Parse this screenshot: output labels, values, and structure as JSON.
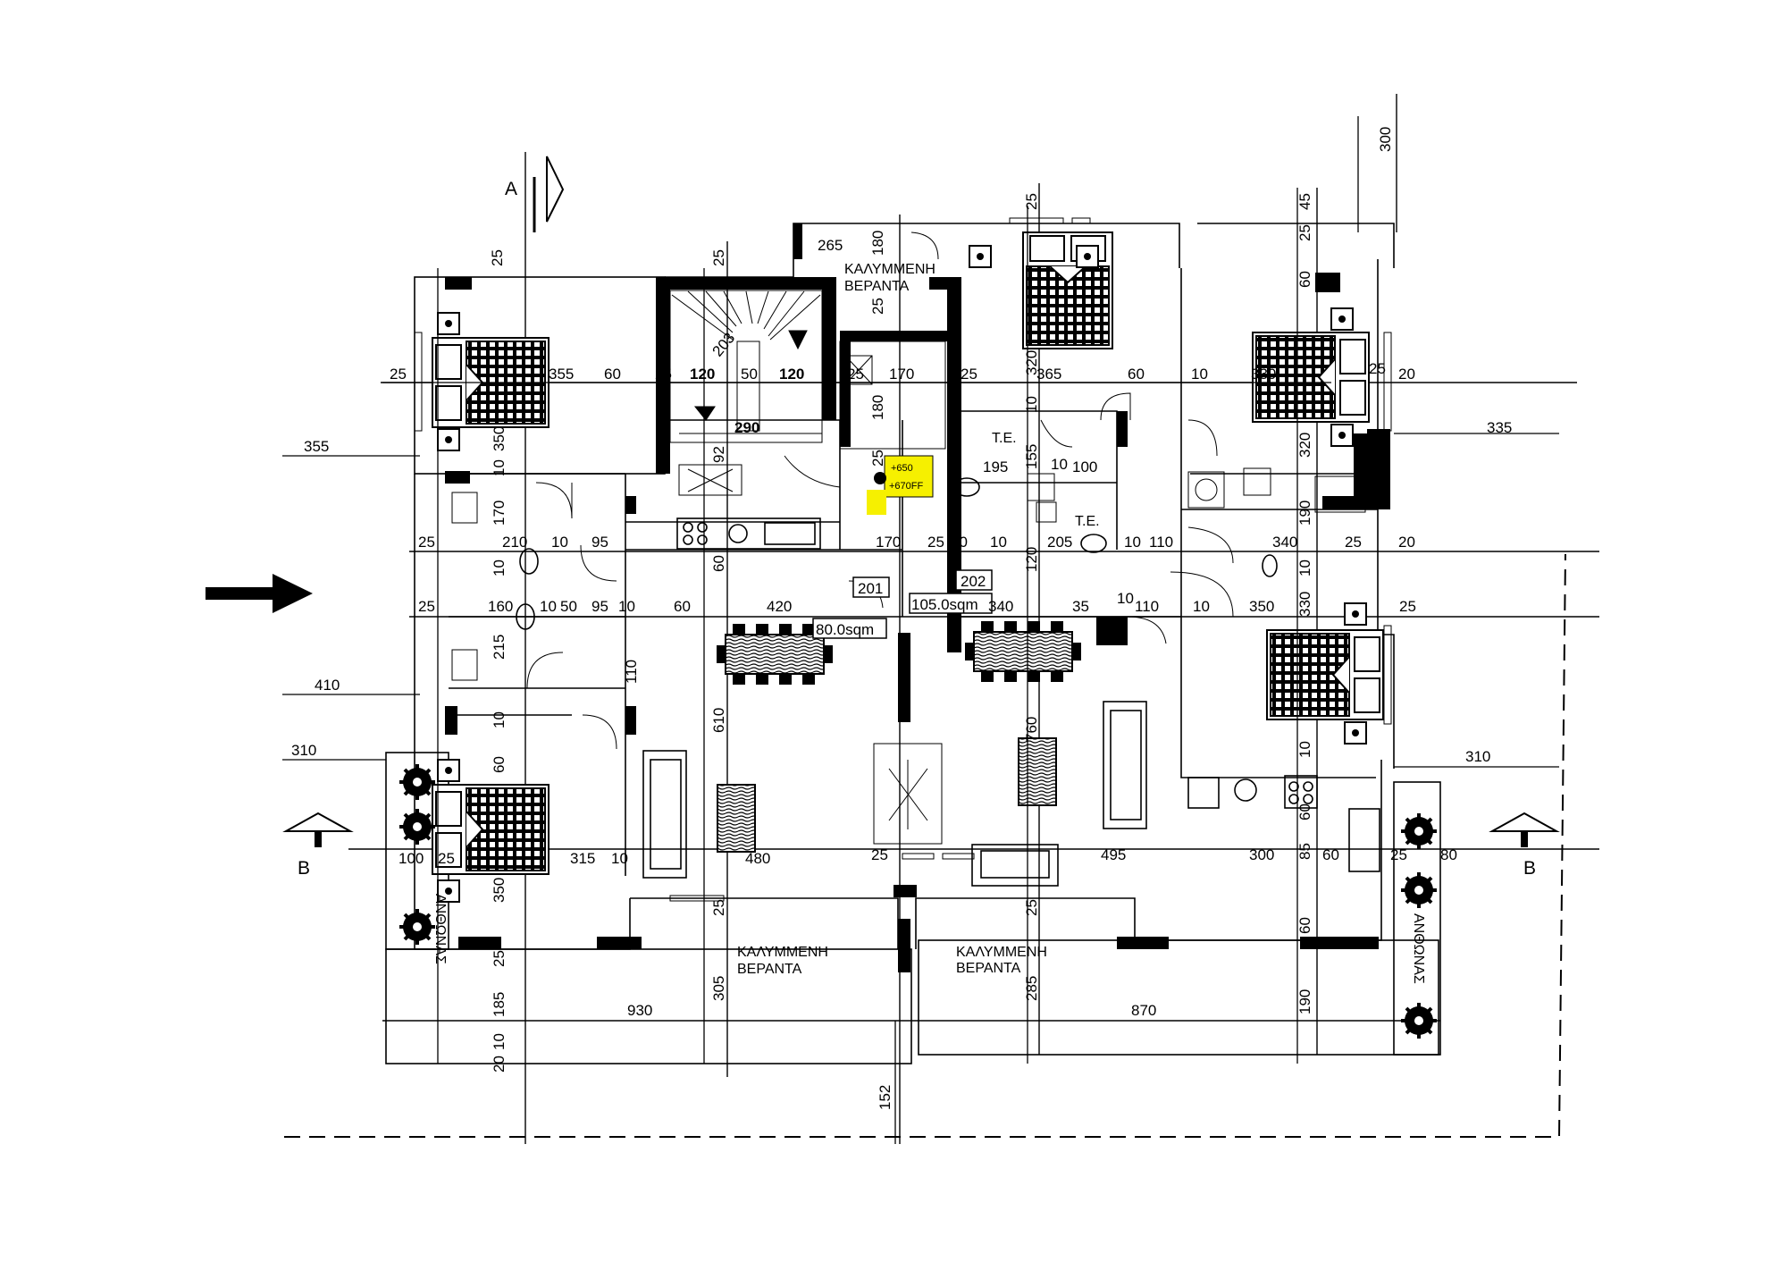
{
  "section_labels": {
    "a_top": "A",
    "b_left": "B",
    "b_right": "B"
  },
  "room_labels": {
    "veranda_top_1": "ΚΑΛΥΜΜΕΝΗ",
    "veranda_top_2": "ΒΕΡΑΝΤΑ",
    "veranda_bottom_left_1": "ΚΑΛΥΜΜΕΝΗ",
    "veranda_bottom_left_2": "ΒΕΡΑΝΤΑ",
    "veranda_bottom_right_1": "ΚΑΛΥΜΜΕΝΗ",
    "veranda_bottom_right_2": "ΒΕΡΑΝΤΑ",
    "te_1": "T.E.",
    "te_2": "T.E.",
    "flower_left": "ΑΝΘΩΝΑΣ",
    "flower_right": "ΑΝΘΩΝΑΣ"
  },
  "apartment_tags": {
    "apt_201": "201",
    "apt_202": "202",
    "area_201": "80.0sqm",
    "area_202": "105.0sqm"
  },
  "level_tag": {
    "line1": "+650",
    "line2": "+670FF"
  },
  "dimensions": {
    "d300": "300",
    "d25_a": "25",
    "d45": "45",
    "d265": "265",
    "d180_a": "180",
    "d25_b": "25",
    "d25_c": "25",
    "d25_d": "25",
    "d60_a": "60",
    "d25_e": "25",
    "d355_a": "355",
    "d60_b": "60",
    "d25_f": "25",
    "d120_a": "120",
    "d50_a": "50",
    "d120_b": "120",
    "d25_g": "25",
    "d170_a": "170",
    "d25_h": "25",
    "d320_a": "320",
    "d365": "365",
    "d60_c": "60",
    "d10_a": "10",
    "d330_a": "330",
    "d25_i": "25",
    "d20_a": "20",
    "d203": "203",
    "d180_b": "180",
    "d10_b": "10",
    "d290": "290",
    "d335": "335",
    "d355_b": "355",
    "d350_a": "350",
    "d10_c": "10",
    "d92": "92",
    "d25_j": "25",
    "d195": "195",
    "d155": "155",
    "d10_d": "10",
    "d100_a": "100",
    "d320_b": "320",
    "d170_b": "170",
    "d190_a": "190",
    "d25_k": "25",
    "d210": "210",
    "d10_e": "10",
    "d95_a": "95",
    "d60_d": "60",
    "d170_c": "170",
    "d25_l": "25",
    "d90": "90",
    "d10_f": "10",
    "d120_c": "120",
    "d205": "205",
    "d10_g": "10",
    "d110_a": "110",
    "d340_a": "340",
    "d25_m": "25",
    "d20_b": "20",
    "d10_h": "10",
    "d10_i": "10",
    "d25_n": "25",
    "d160": "160",
    "d10_j": "10",
    "d50_b": "50",
    "d95_b": "95",
    "d10_k": "10",
    "d60_e": "60",
    "d420": "420",
    "d340_b": "340",
    "d35": "35",
    "d10_l": "10",
    "d110_b": "110",
    "d10_m": "10",
    "d350_b": "350",
    "d330_b": "330",
    "d25_o": "25",
    "d215": "215",
    "d110_c": "110",
    "d410": "410",
    "d610": "610",
    "d760": "760",
    "d10_n": "10",
    "d310_a": "310",
    "d10_o": "10",
    "d310_b": "310",
    "d60_f": "60",
    "d60_g": "60",
    "d100_b": "100",
    "d25_p": "25",
    "d315": "315",
    "d10_p": "10",
    "d480": "480",
    "d25_q": "25",
    "d495": "495",
    "d300_b": "300",
    "d85": "85",
    "d60_h": "60",
    "d25_r": "25",
    "d80": "80",
    "d350_c": "350",
    "d25_s": "25",
    "d305": "305",
    "d25_t": "25",
    "d285": "285",
    "d60_i": "60",
    "d25_u": "25",
    "d185": "185",
    "d930": "930",
    "d870": "870",
    "d190_b": "190",
    "d10_q": "10",
    "d20_c": "20",
    "d152": "152"
  },
  "colors": {
    "ink": "#000000",
    "paper": "#ffffff",
    "highlight": "#f6f000"
  },
  "icons": [
    "north-arrow-icon",
    "section-marker-icon",
    "bed-icon",
    "dining-table-icon",
    "sofa-icon",
    "rug-icon",
    "kitchen-icon",
    "toilet-icon",
    "shower-icon",
    "plant-icon",
    "door-swing-icon",
    "stair-icon",
    "elevator-icon"
  ]
}
